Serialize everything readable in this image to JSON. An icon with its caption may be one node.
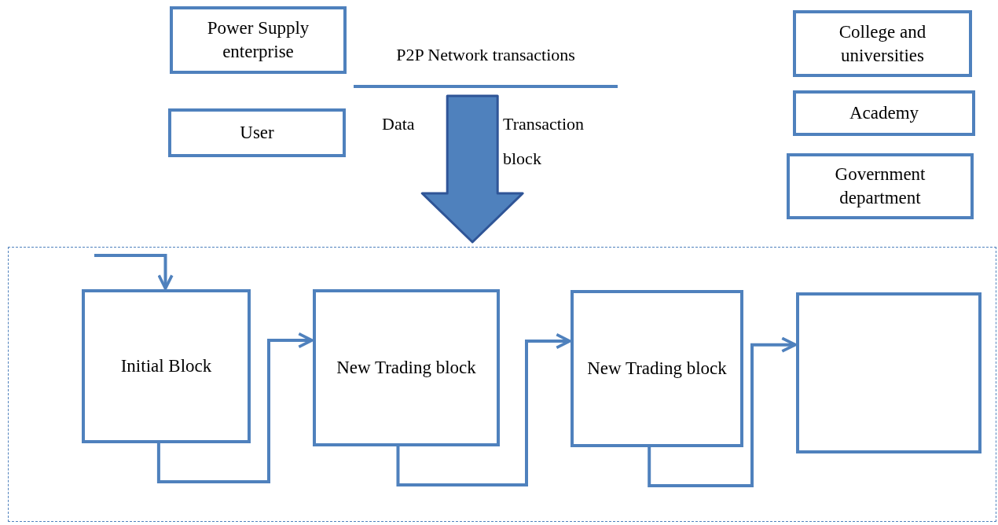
{
  "diagram": {
    "nodes": [
      {
        "text": [
          "Power Supply enterprise"
        ]
      },
      {
        "text": [
          "User"
        ]
      },
      {
        "text": [
          "P2P Network transactions"
        ]
      },
      {
        "text": [
          "College and universities"
        ]
      },
      {
        "text": [
          "Academy"
        ]
      },
      {
        "text": [
          "Government department"
        ]
      },
      {
        "text": [],
        "shape": "box"
      },
      {
        "text": [
          "Initial Block"
        ],
        "in": 6
      },
      {
        "text": [
          "New Trading block"
        ],
        "in": 6
      },
      {
        "text": [
          "New Trading block"
        ],
        "in": 6
      },
      {
        "text": [],
        "shape": "box",
        "in": 6
      }
    ],
    "edges": [
      {
        "from": 2,
        "to": 6,
        "arrow": "to",
        "style": "thick"
      },
      {
        "from": null,
        "to": 7,
        "arrow": "to"
      },
      {
        "from": 7,
        "to": 8,
        "arrow": "to"
      },
      {
        "from": 8,
        "to": 9,
        "arrow": "to"
      },
      {
        "from": 9,
        "to": 10,
        "arrow": "to"
      }
    ],
    "labels": [
      "Data",
      "Transaction",
      "block"
    ]
  }
}
